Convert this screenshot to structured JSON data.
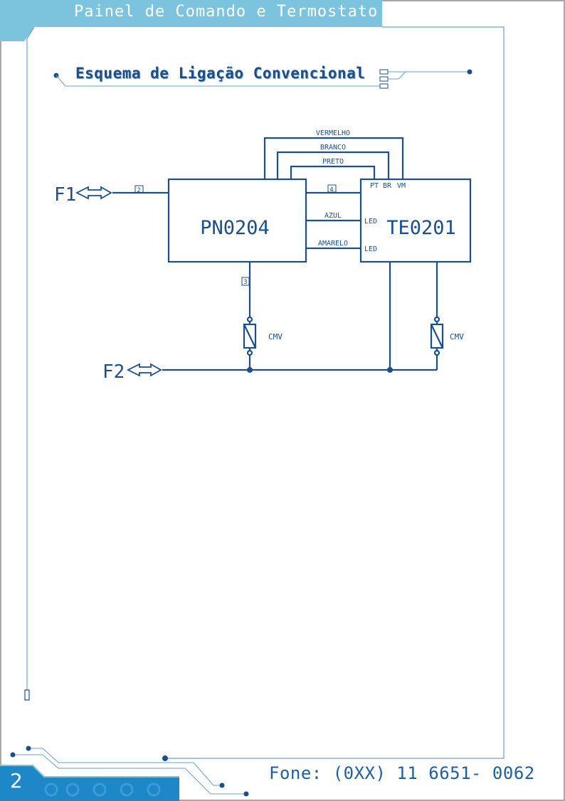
{
  "header": {
    "title": "Painel de Comando e Termostato"
  },
  "section": {
    "title": "Esquema de Ligação Convencional"
  },
  "diagram": {
    "inputs": {
      "f1": "F1",
      "f2": "F2"
    },
    "blocks": {
      "panel": "PN0204",
      "thermostat": "TE0201"
    },
    "wires": {
      "red": "VERMELHO",
      "white": "BRANCO",
      "black": "PRETO",
      "blue": "AZUL",
      "yellow": "AMARELO"
    },
    "terminals": {
      "t2": "2",
      "t3": "3",
      "t4": "4"
    },
    "ports": {
      "pt": "PT",
      "br": "BR",
      "vm": "VM",
      "led1": "LED",
      "led2": "LED"
    },
    "valves": {
      "left": "CMV",
      "right": "CMV"
    }
  },
  "footer": {
    "page_number": "2",
    "phone": "Fone: (0XX) 11 6651- 0062"
  },
  "colors": {
    "accent": "#7cc3de",
    "line": "#1a4f8c",
    "frame": "#6aa0cc",
    "tab": "#1e87c8"
  }
}
